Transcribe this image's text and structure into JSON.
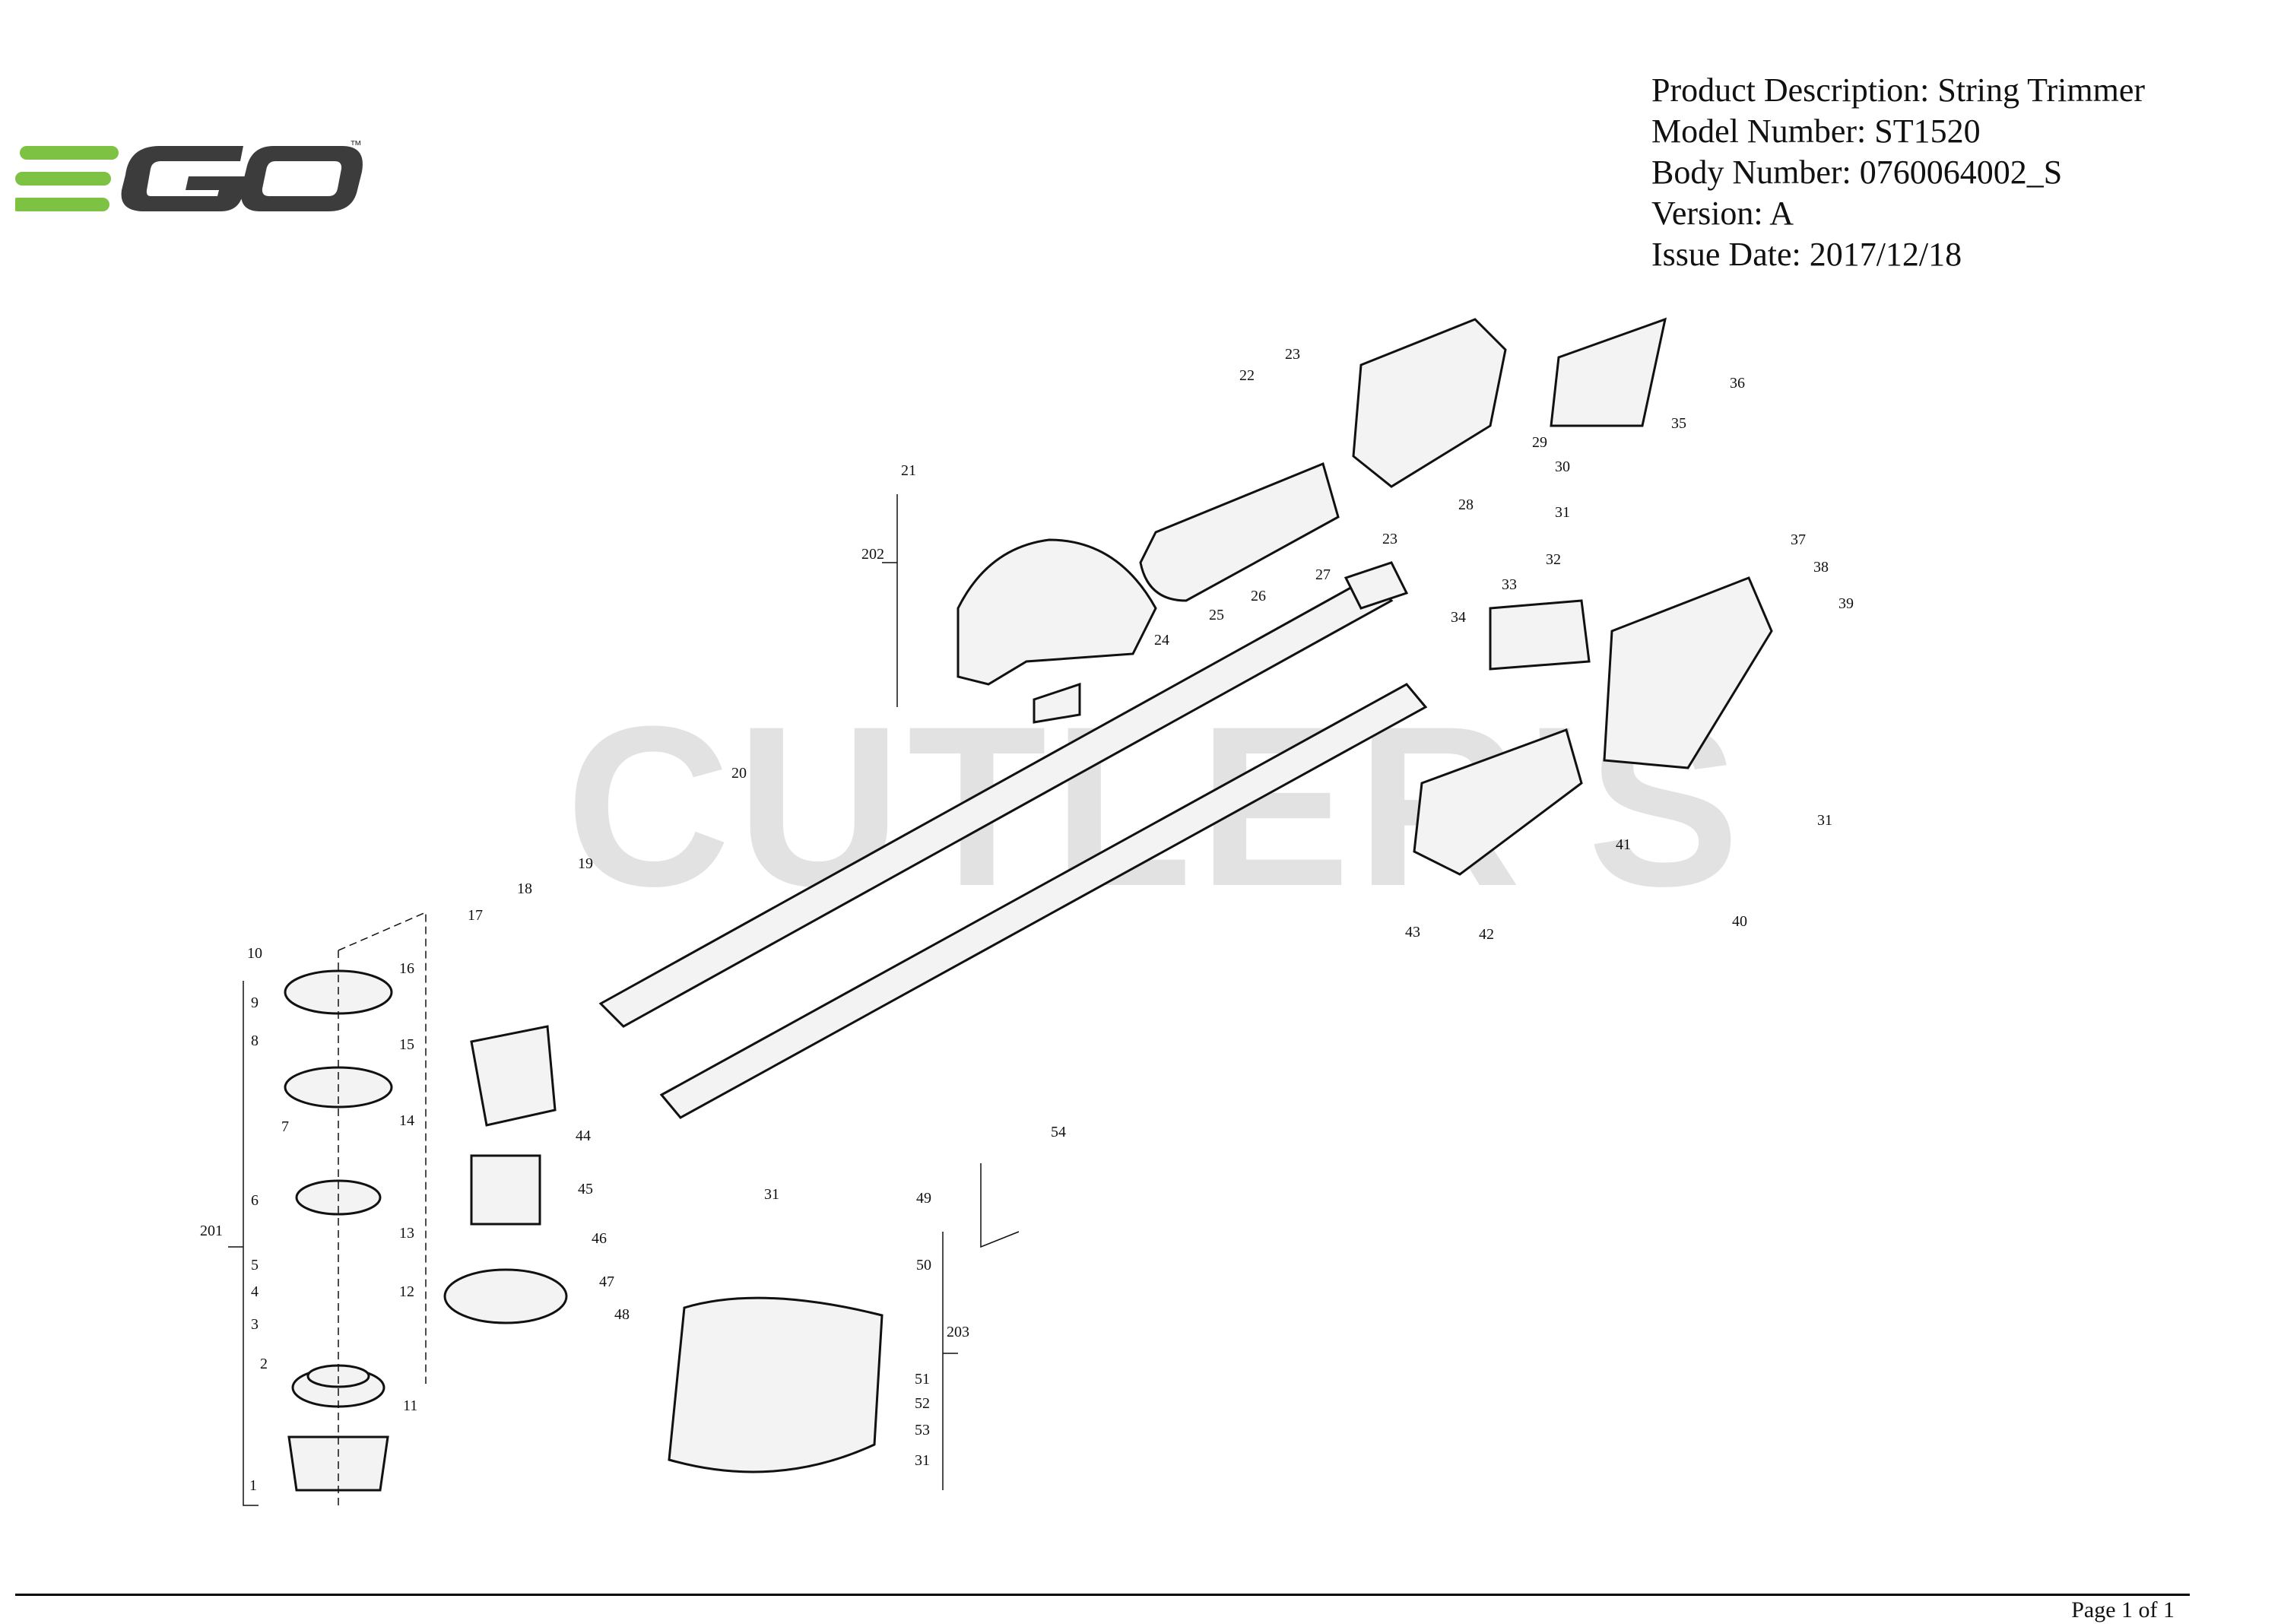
{
  "brand": {
    "logo_text": "EGO",
    "trademark": "™",
    "logo_green": "#7dc242",
    "logo_dark": "#3c3c3c"
  },
  "product": {
    "description": "Product Description: String Trimmer",
    "model": "Model Number: ST1520",
    "body": "Body Number: 0760064002_S",
    "version": "Version: A",
    "issue_date": "Issue Date: 2017/12/18"
  },
  "watermark": "CUTLER'S",
  "footer": {
    "page": "Page 1 of 1"
  },
  "callouts": [
    "1",
    "2",
    "3",
    "4",
    "5",
    "6",
    "7",
    "8",
    "9",
    "10",
    "11",
    "12",
    "13",
    "14",
    "15",
    "16",
    "17",
    "18",
    "19",
    "20",
    "21",
    "22",
    "23",
    "23",
    "24",
    "25",
    "26",
    "27",
    "28",
    "29",
    "30",
    "31",
    "31",
    "31",
    "31",
    "32",
    "33",
    "34",
    "35",
    "36",
    "37",
    "38",
    "39",
    "40",
    "41",
    "42",
    "43",
    "44",
    "45",
    "46",
    "47",
    "48",
    "49",
    "50",
    "51",
    "52",
    "53",
    "54",
    "201",
    "202",
    "203"
  ]
}
